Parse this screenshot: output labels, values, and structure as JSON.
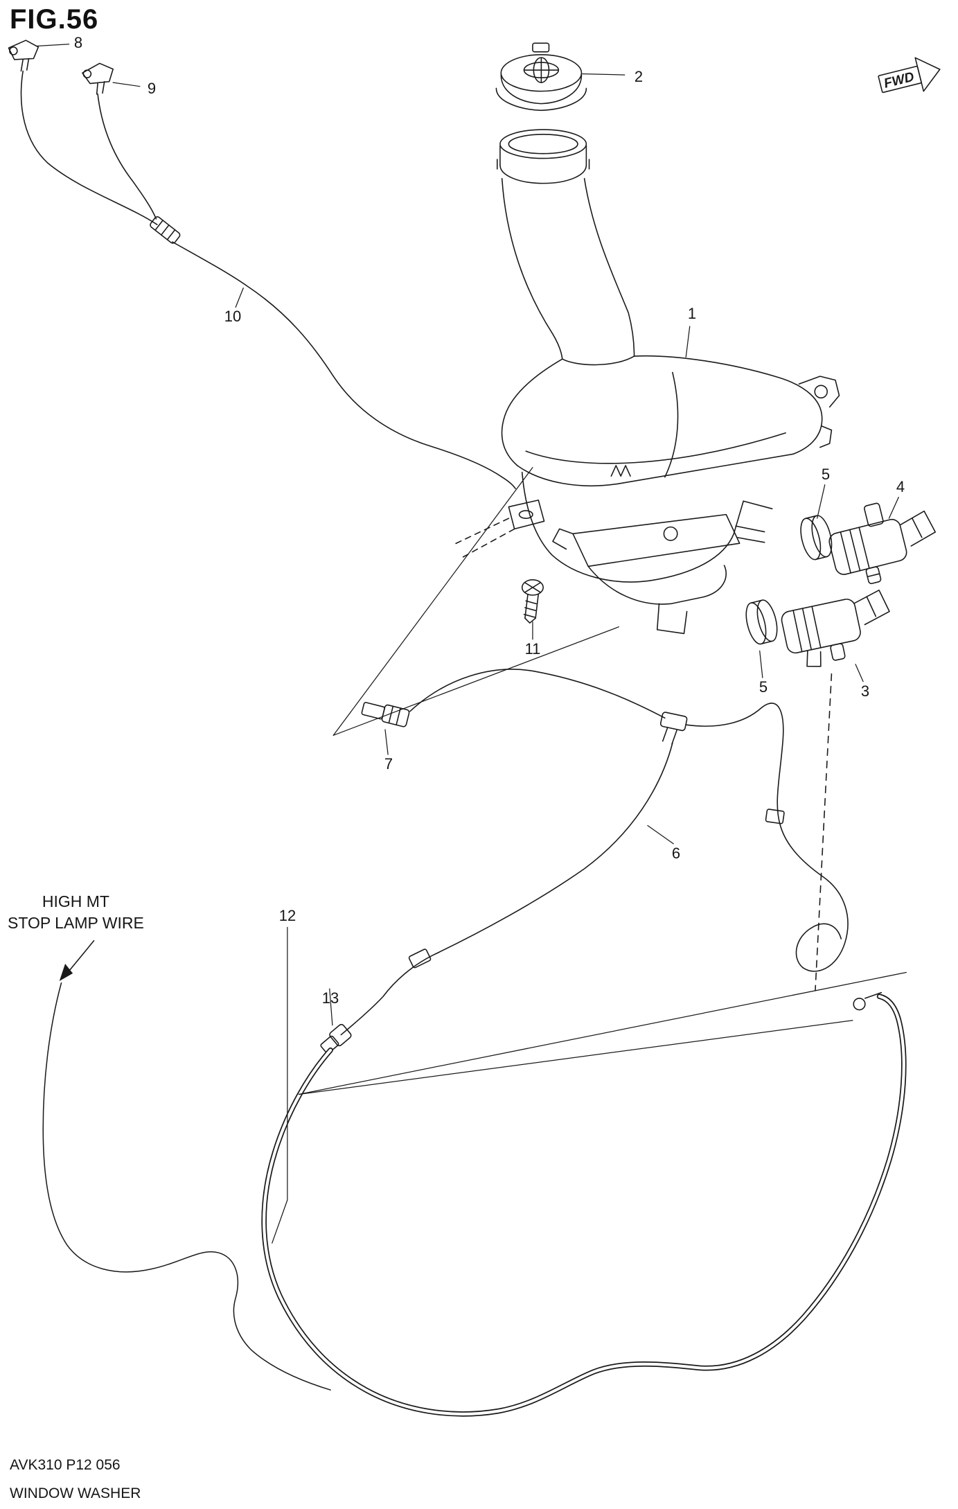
{
  "figure": {
    "title": "FIG.56",
    "code": "AVK310 P12 056",
    "caption": "WINDOW WASHER"
  },
  "annotations": {
    "fwd": "FWD",
    "note_line1": "HIGH MT",
    "note_line2": "STOP LAMP WIRE"
  },
  "part_labels": {
    "p1": "1",
    "p2": "2",
    "p3": "3",
    "p4": "4",
    "p5a": "5",
    "p5b": "5",
    "p6": "6",
    "p7": "7",
    "p8": "8",
    "p9": "9",
    "p10": "10",
    "p11": "11",
    "p12": "12",
    "p13": "13"
  }
}
